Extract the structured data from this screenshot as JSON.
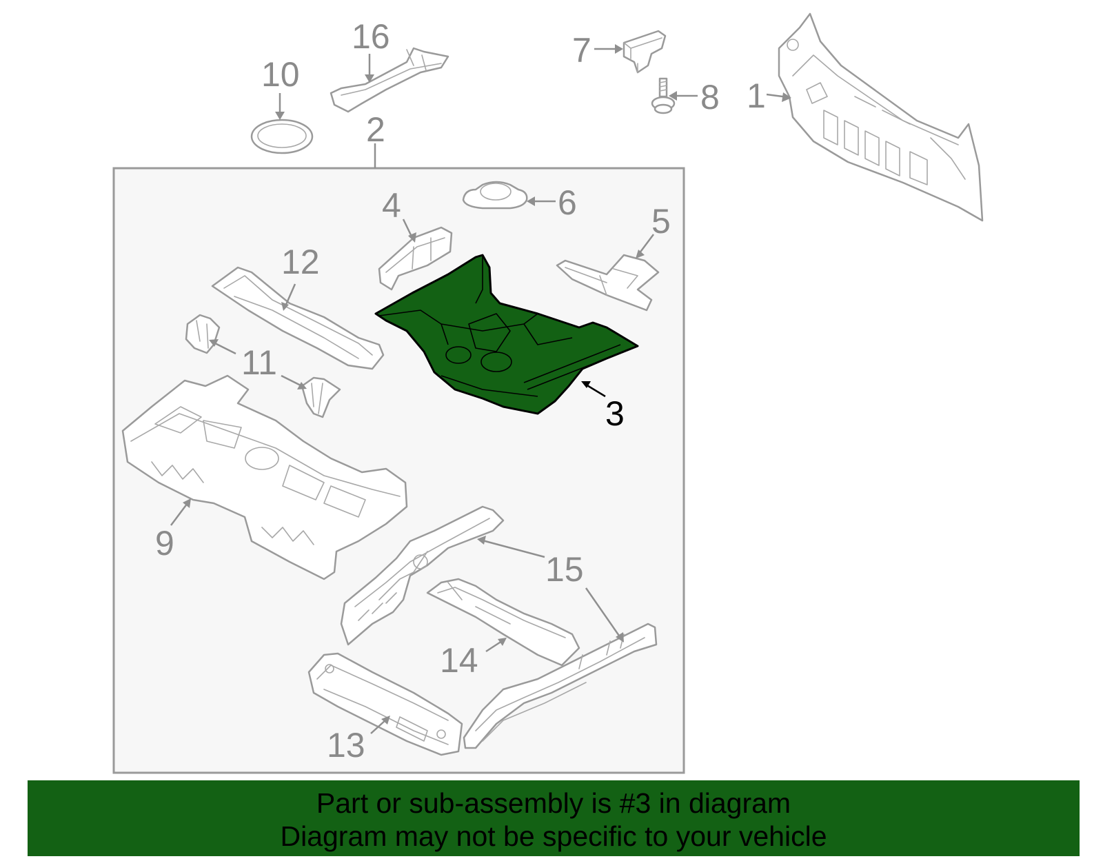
{
  "callouts": {
    "c1": "1",
    "c2": "2",
    "c3": "3",
    "c4": "4",
    "c5": "5",
    "c6": "6",
    "c7": "7",
    "c8": "8",
    "c9": "9",
    "c10": "10",
    "c11": "11",
    "c12": "12",
    "c13": "13",
    "c14": "14",
    "c15": "15",
    "c16": "16"
  },
  "highlight": {
    "part": "3",
    "color": "#136114"
  },
  "footer": {
    "line1": "Part or sub-assembly is #3 in diagram",
    "line2": "Diagram may not be specific to your vehicle"
  }
}
